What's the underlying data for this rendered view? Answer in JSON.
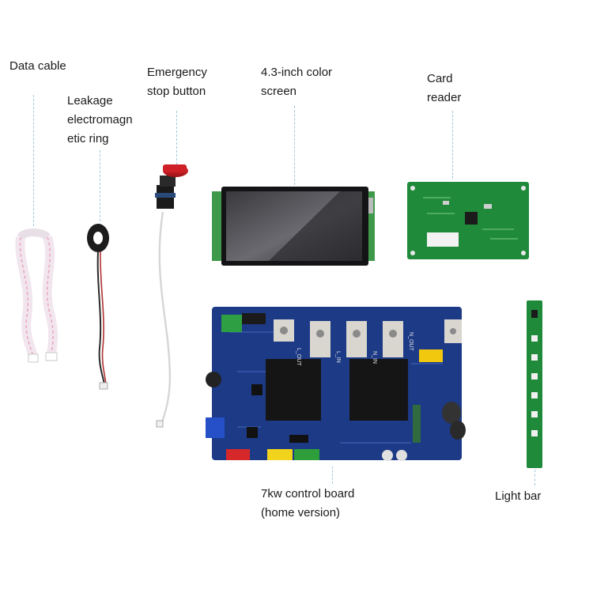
{
  "labels": {
    "data_cable": "Data cable",
    "leakage_ring": "Leakage\nelectromagn\netic ring",
    "emergency_stop": "Emergency\nstop button",
    "screen": "4.3-inch color\nscreen",
    "card_reader": "Card\nreader",
    "control_board": "7kw control board\n(home version)",
    "light_bar": "Light bar"
  },
  "board_text": {
    "l_out": "L_OUT",
    "l_in": "L_IN",
    "n_in": "N_IN",
    "n_out": "N_OUT"
  }
}
